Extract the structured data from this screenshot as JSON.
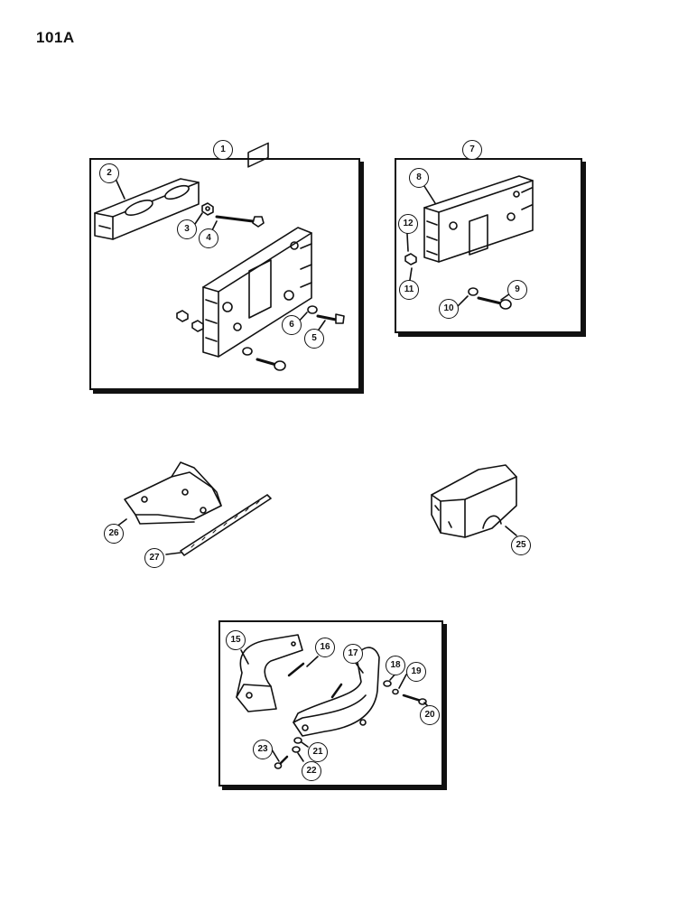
{
  "page": {
    "id": "101A"
  },
  "callouts": {
    "c1": "1",
    "c2": "2",
    "c3": "3",
    "c4": "4",
    "c5": "5",
    "c6": "6",
    "c7": "7",
    "c8": "8",
    "c9": "9",
    "c10": "10",
    "c11": "11",
    "c12": "12",
    "c15": "15",
    "c16": "16",
    "c17": "17",
    "c18": "18",
    "c19": "19",
    "c20": "20",
    "c21": "21",
    "c22": "22",
    "c23": "23",
    "c25": "25",
    "c26": "26",
    "c27": "27"
  },
  "colors": {
    "ink": "#111111",
    "paper": "#ffffff"
  }
}
